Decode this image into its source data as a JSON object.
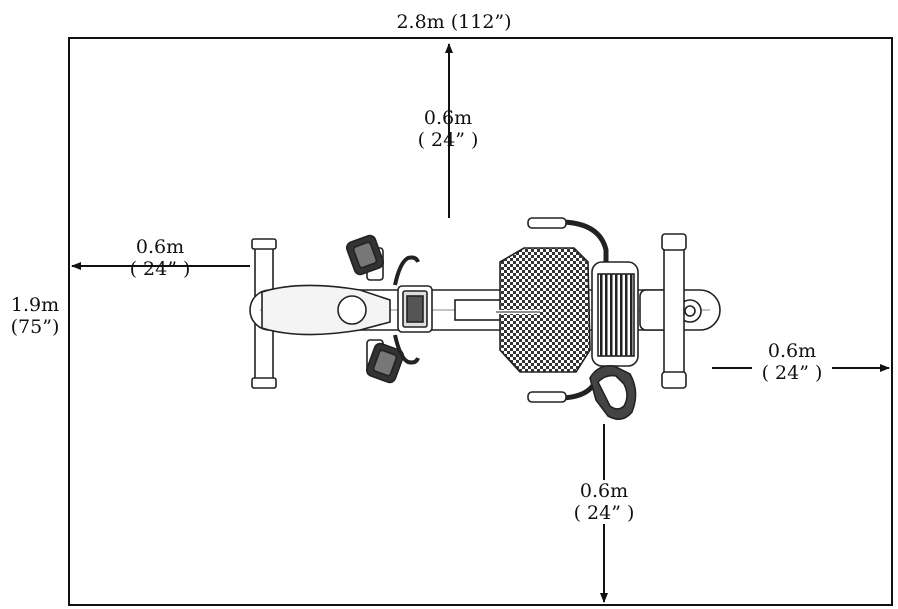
{
  "diagram": {
    "overall_width": "2.8m (112”)",
    "overall_depth_m": "1.9m",
    "overall_depth_in": "(75”)",
    "clearance_top_m": "0.6m",
    "clearance_top_in": "( 24” )",
    "clearance_left_m": "0.6m",
    "clearance_left_in": "( 24” )",
    "clearance_right_m": "0.6m",
    "clearance_right_in": "( 24” )",
    "clearance_bottom_m": "0.6m",
    "clearance_bottom_in": "( 24” )",
    "line_color": "#111111",
    "machine": "recumbent-bike-top-view-icon"
  }
}
